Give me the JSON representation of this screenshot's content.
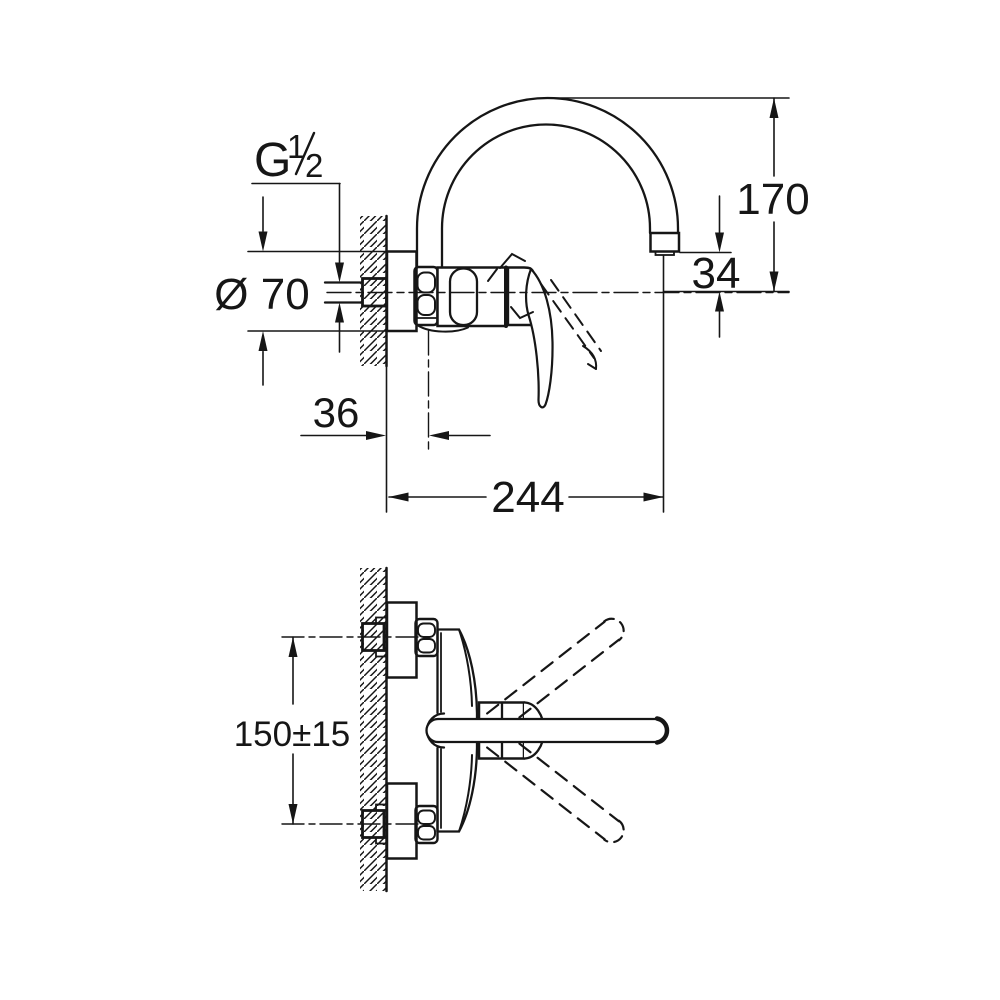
{
  "title": "Wall-mounted single-lever sink mixer — installation dimension drawing",
  "colors": {
    "line": "#161616",
    "background": "#ffffff"
  },
  "dimensions": {
    "thread_letter": "G",
    "thread_numerator": "1",
    "thread_denominator": "2",
    "escutcheon_diameter": "Ø 70",
    "wall_to_spout_axis": "36",
    "spout_reach": "244",
    "spout_height": "170",
    "outlet_to_axis": "34",
    "connection_spacing": "150±15"
  }
}
